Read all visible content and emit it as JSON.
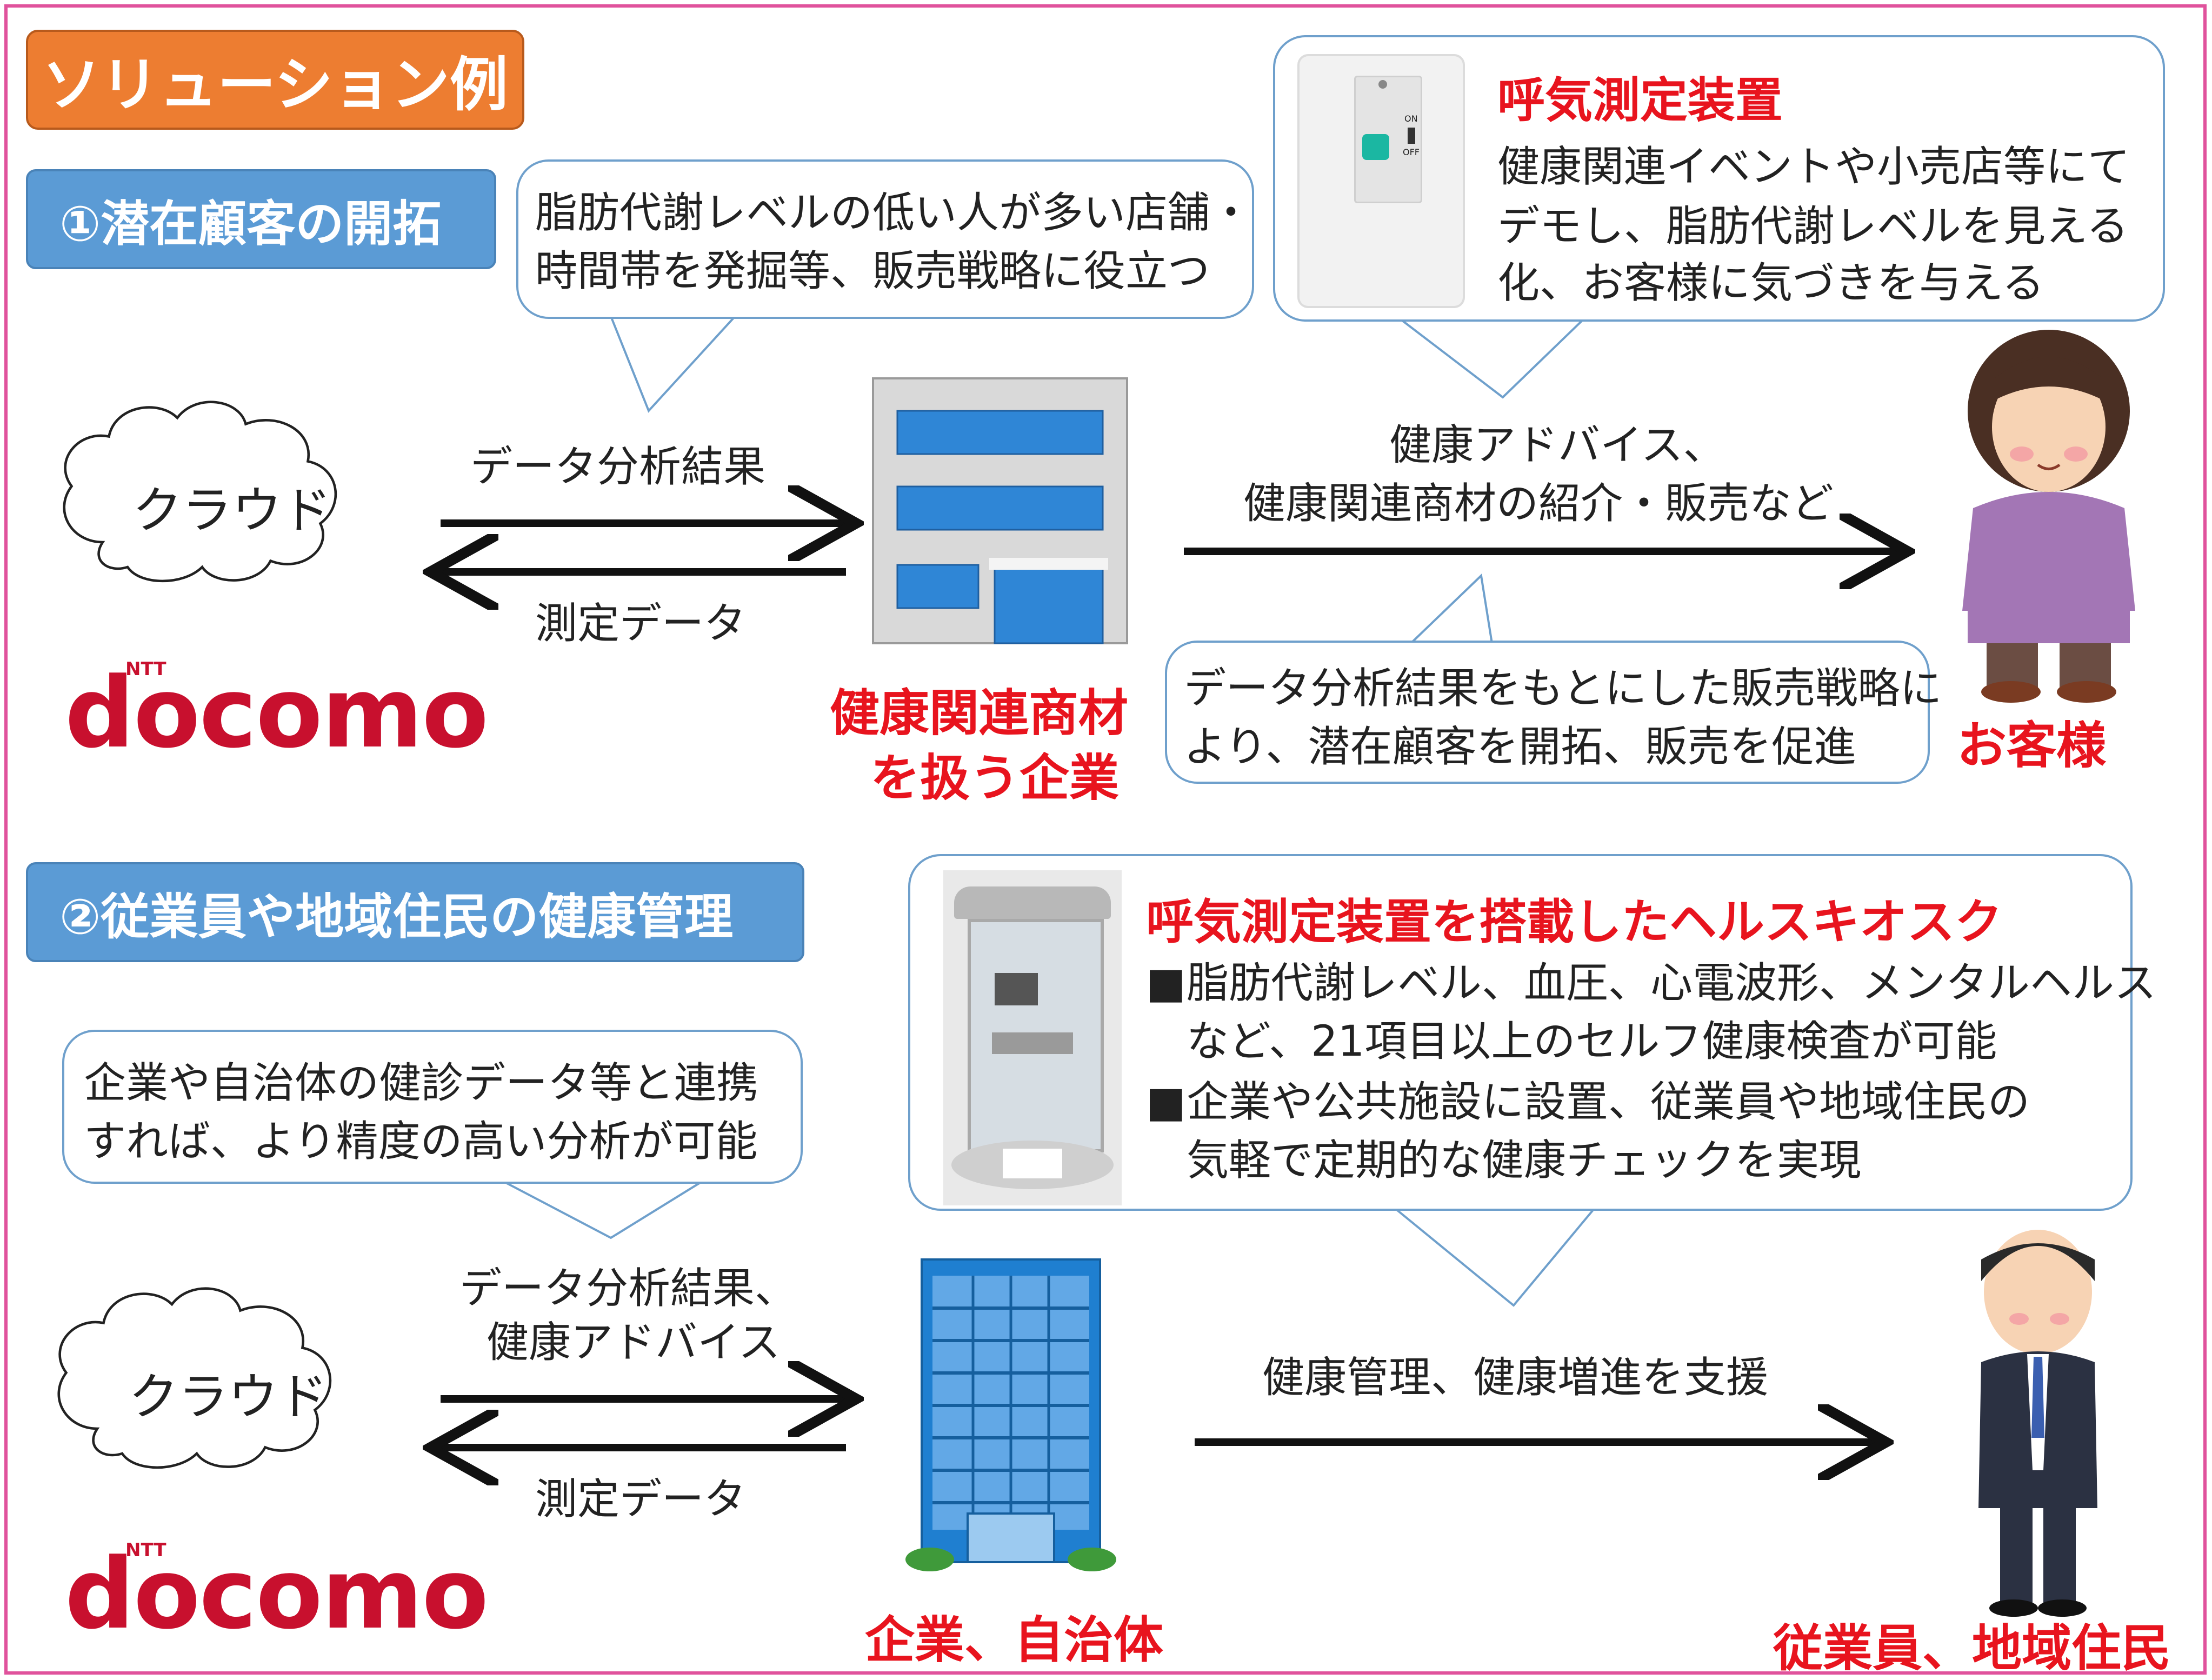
{
  "header": {
    "title": "ソリューション例"
  },
  "section1": {
    "badge": "①潜在顧客の開拓",
    "bubble_strategy": [
      "脂肪代謝レベルの低い人が多い店舗・",
      "時間帯を発掘等、販売戦略に役立つ"
    ],
    "device": {
      "title": "呼気測定装置",
      "lines": [
        "健康関連イベントや小売店等にて",
        "デモし、脂肪代謝レベルを見える",
        "化、お客様に気づきを与える"
      ],
      "switch_on": "ON",
      "switch_off": "OFF"
    },
    "cloud": "クラウド",
    "arrow_to_company": "データ分析結果",
    "arrow_to_cloud": "測定データ",
    "arrow_to_customer": [
      "健康アドバイス、",
      "健康関連商材の紹介・販売など"
    ],
    "company_label": [
      "健康関連商材",
      "を扱う企業"
    ],
    "customer_label": "お客様",
    "bubble_promotion": [
      "データ分析結果をもとにした販売戦略に",
      "より、潜在顧客を開拓、販売を促進"
    ],
    "logo": {
      "ntt": "NTT",
      "name": "docomo"
    }
  },
  "section2": {
    "badge": "②従業員や地域住民の健康管理",
    "bubble_link": [
      "企業や自治体の健診データ等と連携",
      "すれば、より精度の高い分析が可能"
    ],
    "kiosk": {
      "title": "呼気測定装置を搭載したヘルスキオスク",
      "bullet_marker": "■",
      "bullets": [
        [
          "脂肪代謝レベル、血圧、心電波形、メンタルヘルス",
          "など、21項目以上のセルフ健康検査が可能"
        ],
        [
          "企業や公共施設に設置、従業員や地域住民の",
          "気軽で定期的な健康チェックを実現"
        ]
      ]
    },
    "cloud": "クラウド",
    "arrow_to_company": [
      "データ分析結果、",
      "健康アドバイス"
    ],
    "arrow_to_cloud": "測定データ",
    "arrow_to_people": "健康管理、健康増進を支援",
    "company_label": "企業、自治体",
    "people_label": "従業員、地域住民",
    "logo": {
      "ntt": "NTT",
      "name": "docomo"
    }
  },
  "colors": {
    "accent_orange": "#ed7d31",
    "badge_blue": "#5b9bd5",
    "label_red": "#e8141e",
    "frame_pink": "#e0529c",
    "docomo_red": "#c8102e"
  }
}
